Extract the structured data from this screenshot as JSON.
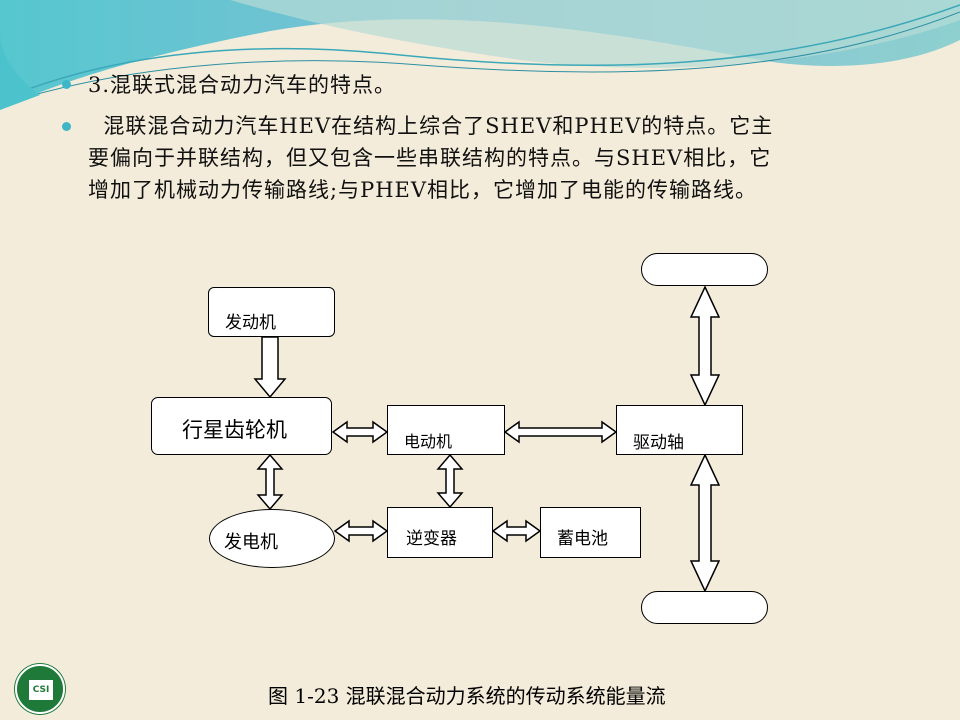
{
  "bullets": [
    {
      "text": "3.混联式混合动力汽车的特点。"
    },
    {
      "lines": [
        "  混联混合动力汽车HEV在结构上综合了SHEV和PHEV的特点。它主",
        "要偏向于并联结构，但又包含一些串联结构的特点。与SHEV相比，它",
        "增加了机械动力传输路线;与PHEV相比，它增加了电能的传输路线。"
      ]
    }
  ],
  "diagram": {
    "engine": "发动机",
    "planetary_gear": "行星齿轮机",
    "motor": "电动机",
    "drive_shaft": "驱动轴",
    "generator": "发电机",
    "inverter": "逆变器",
    "battery": "蓄电池",
    "wheel_top": "",
    "wheel_bottom": ""
  },
  "caption": "图 1-23 混联混合动力系统的传动系统能量流",
  "colors": {
    "background": "#f4ecda",
    "accent": "#3fb6c8",
    "logo": "#1f7a3a"
  }
}
